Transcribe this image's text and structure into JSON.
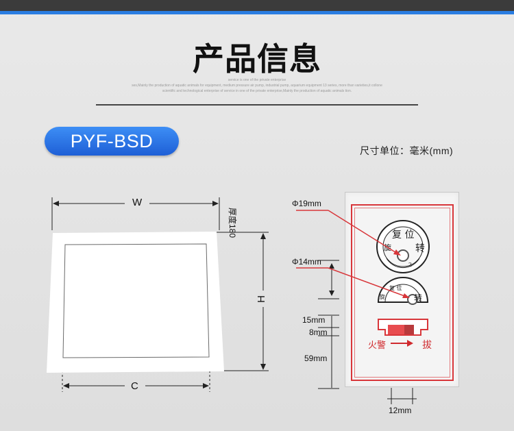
{
  "header": {
    "title": "产品信息",
    "subtitle_lines": [
      "service is one of the private enterprise",
      "ses,Mainly the production of aquatic animals for equipment, medium pressure air pump, industrial pump, aquarium equipment 13 series, more than varieties,it collone",
      "scientific and technological enterprise of service in one of the private enterprise,Mainly the production of aquatic animals tion."
    ]
  },
  "model": {
    "name": "PYF-BSD"
  },
  "unit_note": "尺寸单位：毫米(mm)",
  "drawing_left": {
    "width_label": "W",
    "height_label": "H",
    "cutout_label": "C",
    "thickness_label": "厚度180"
  },
  "drawing_right": {
    "dimensions": {
      "phi19": "Φ19mm",
      "phi14": "Φ14mm",
      "d15": "15mm",
      "d8": "8mm",
      "d59": "59mm",
      "d12": "12mm"
    },
    "panel": {
      "knob1_top": "复 位",
      "knob1_left": "旋",
      "knob1_right": "转",
      "knob1_bottom": "2",
      "knob2_top": "复 位",
      "knob2_left": "旋",
      "knob2_right": "转",
      "alarm_left": "火警",
      "alarm_right": "拔"
    }
  },
  "colors": {
    "accent_blue": "#2a7de1",
    "panel_red": "#d8363a"
  }
}
